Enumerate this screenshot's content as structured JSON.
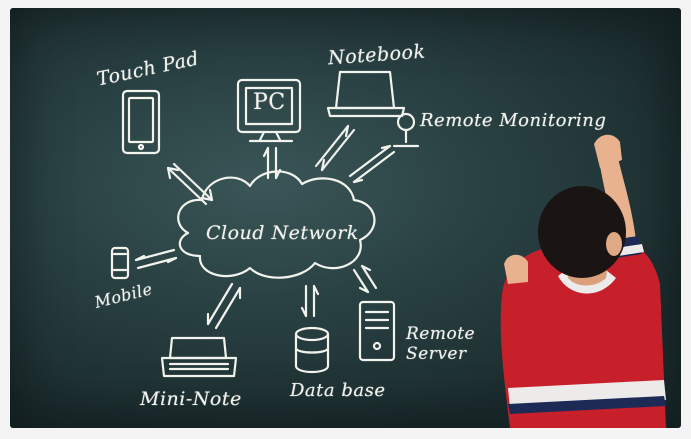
{
  "labels": {
    "touch_pad": "Touch Pad",
    "pc": "PC",
    "notebook": "Notebook",
    "remote_monitoring": "Remote Monitoring",
    "cloud_network": "Cloud Network",
    "mobile": "Mobile",
    "mini_note": "Mini-Note",
    "data_base": "Data base",
    "remote_server": "Remote\nServer"
  },
  "colors": {
    "chalkboard": "#2a4244",
    "chalk": "#f3f3ee",
    "shirt_red": "#c8202a",
    "shirt_white": "#ecebea",
    "shirt_navy": "#1d2a55",
    "skin": "#e8b28e",
    "hair": "#1a1512"
  }
}
